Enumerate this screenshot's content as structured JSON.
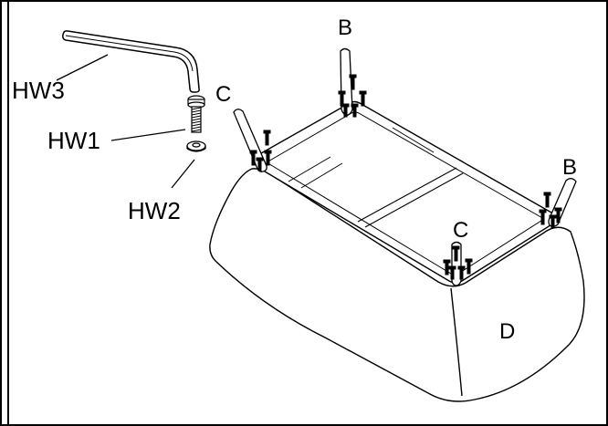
{
  "diagram": {
    "labels": {
      "hw3": "HW3",
      "hw1": "HW1",
      "hw2": "HW2",
      "leg_b_back": "B",
      "leg_b_right": "B",
      "leg_c_left": "C",
      "leg_c_front": "C",
      "base": "D"
    },
    "parts": [
      "hex-key",
      "bolt",
      "washer",
      "leg",
      "base-frame",
      "ottoman-base"
    ]
  }
}
